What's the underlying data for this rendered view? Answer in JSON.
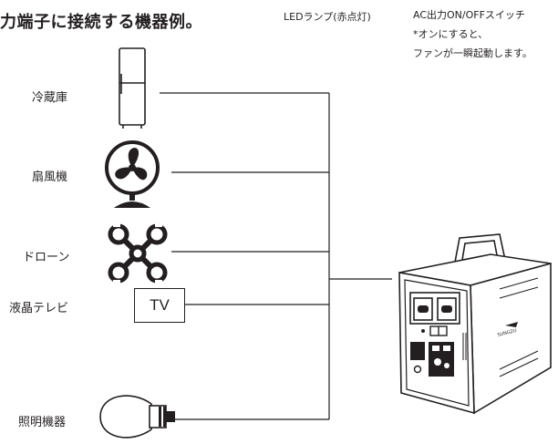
{
  "heading": "力端子に接続する機器例。",
  "led_label": "LEDランプ(赤点灯)",
  "ac_switch": {
    "line1": "AC出力ON/OFFスイッチ",
    "line2": "*オンにすると、",
    "line3": "ファンが一瞬起動します。"
  },
  "devices": [
    {
      "label": "冷蔵庫",
      "icon": "refrigerator-icon"
    },
    {
      "label": "扇風機",
      "icon": "electric-fan-icon"
    },
    {
      "label": "ドローン",
      "icon": "drone-icon"
    },
    {
      "label": "液晶テレビ",
      "icon": "lcd-tv-icon",
      "screen_text": "TV"
    },
    {
      "label": "照明機器",
      "icon": "light-bulb-icon"
    }
  ],
  "power_station": {
    "icon": "portable-power-station-icon",
    "brand": "SUNGZU"
  }
}
